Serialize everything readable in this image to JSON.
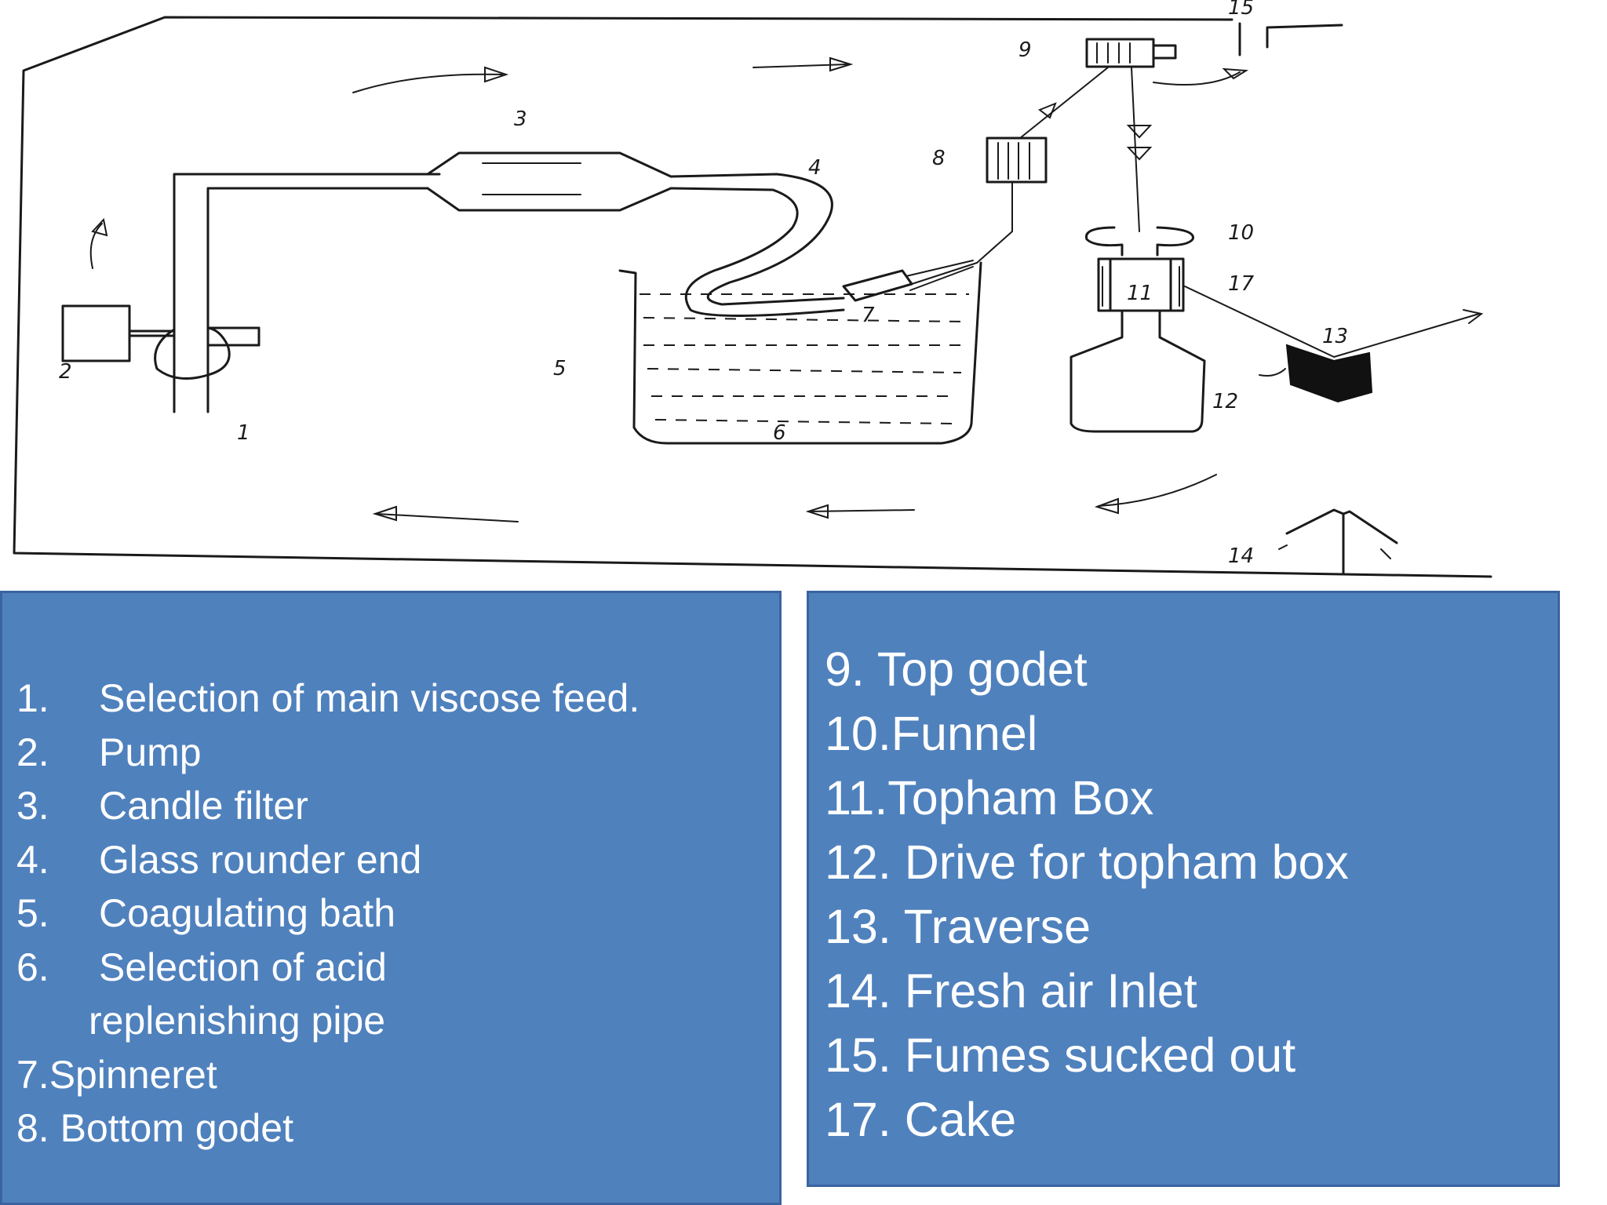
{
  "diagram": {
    "part_numbers": [
      "1",
      "2",
      "3",
      "4",
      "5",
      "6",
      "7",
      "8",
      "9",
      "10",
      "11",
      "12",
      "13",
      "14",
      "15",
      "17"
    ]
  },
  "legend_left": {
    "items": [
      {
        "num": "1.",
        "text": "Selection of main viscose feed."
      },
      {
        "num": "2.",
        "text": "Pump"
      },
      {
        "num": "3.",
        "text": "Candle filter"
      },
      {
        "num": "4.",
        "text": "Glass rounder end"
      },
      {
        "num": "5.",
        "text": "Coagulating bath"
      },
      {
        "num": "6.",
        "text": "Selection of acid",
        "continuation": "replenishing pipe"
      }
    ],
    "plain_items": [
      "7.Spinneret",
      "8. Bottom godet"
    ]
  },
  "legend_right": {
    "items": [
      "9. Top godet",
      "10.Funnel",
      "11.Topham Box",
      "12. Drive for topham box",
      "13. Traverse",
      "14. Fresh air Inlet",
      "15. Fumes sucked out",
      "17. Cake"
    ]
  },
  "colors": {
    "panel_fill": "#4f81bd",
    "panel_border": "#3a64a0",
    "panel_text": "#ffffff",
    "sketch_ink": "#1a1a1a"
  }
}
